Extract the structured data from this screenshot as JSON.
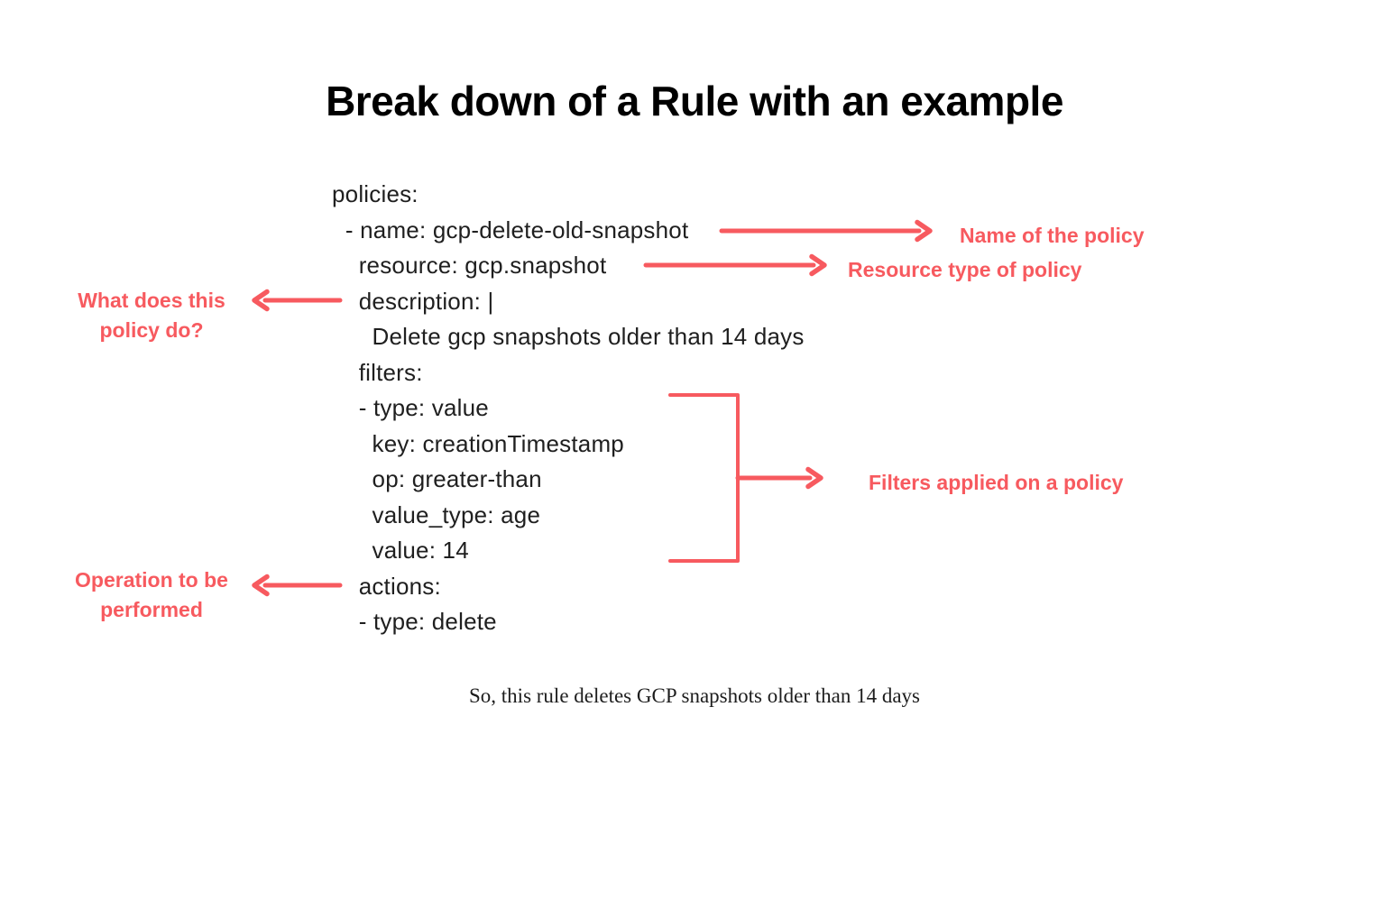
{
  "title": "Break down of a Rule with an example",
  "colors": {
    "accent": "#f75a5f",
    "text": "#1f1f1f",
    "background": "#ffffff"
  },
  "code": {
    "language": "yaml",
    "lines": [
      "policies:",
      "  - name: gcp-delete-old-snapshot",
      "    resource: gcp.snapshot",
      "    description: |",
      "      Delete gcp snapshots older than 14 days",
      "    filters:",
      "    - type: value",
      "      key: creationTimestamp",
      "      op: greater-than",
      "      value_type: age",
      "      value: 14",
      "    actions:",
      "    - type: delete"
    ]
  },
  "annotations": {
    "name_label": "Name of the policy",
    "resource_label": "Resource type of policy",
    "description_label": "What does this policy do?",
    "filters_label": "Filters applied on a policy",
    "actions_label": "Operation to be performed"
  },
  "caption": "So, this rule deletes GCP snapshots older than 14 days"
}
